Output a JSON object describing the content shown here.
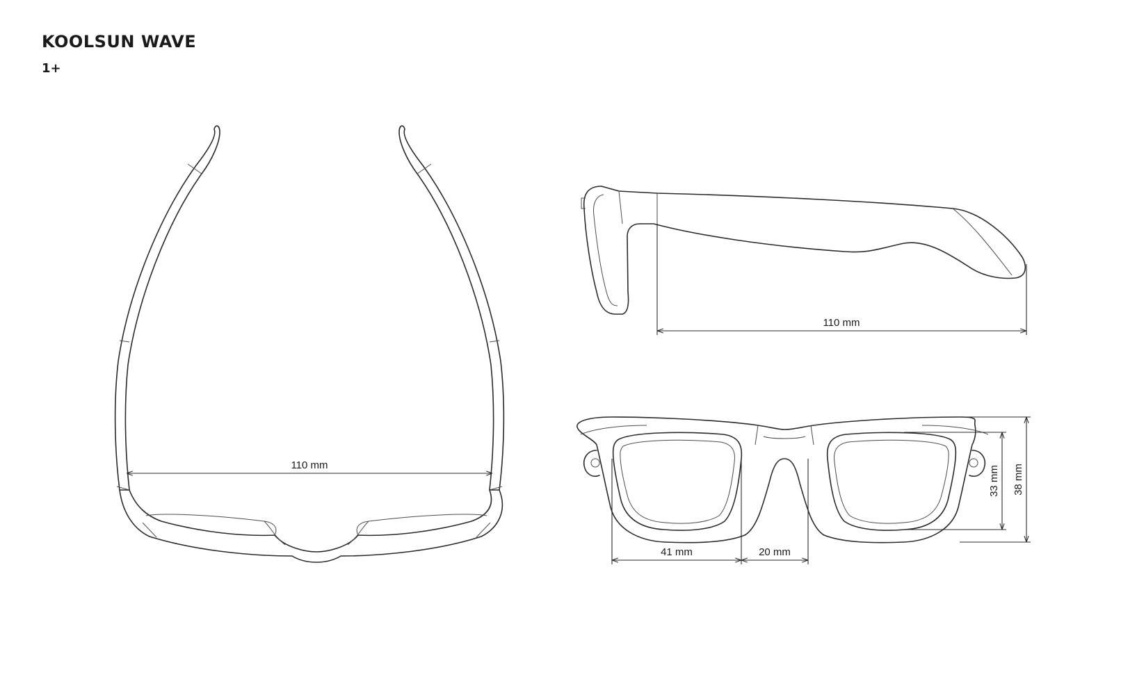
{
  "header": {
    "title": "KOOLSUN WAVE",
    "subtitle": "1+"
  },
  "views": {
    "top": {
      "temple_span": "110 mm"
    },
    "side": {
      "temple_length": "110 mm"
    },
    "front": {
      "lens_width": "41 mm",
      "bridge_width": "20 mm",
      "lens_height": "33 mm",
      "frame_height": "38 mm"
    }
  },
  "colors": {
    "line": "#2a2a2a",
    "background": "#ffffff"
  }
}
